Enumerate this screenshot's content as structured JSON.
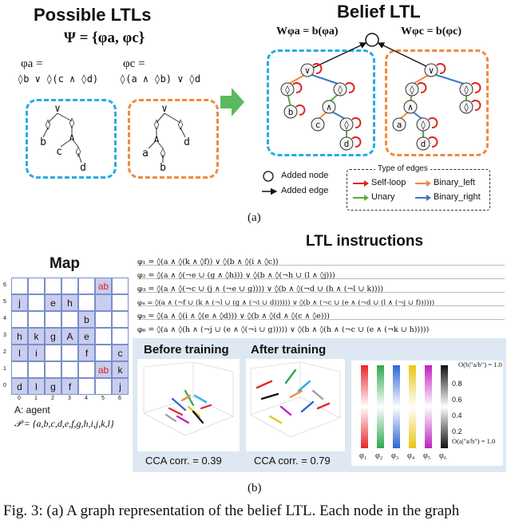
{
  "panel_a": {
    "possible_title": "Possible LTLs",
    "psi_def": "Ψ = {φa, φc}",
    "phi_a_label": "φa =",
    "phi_a_formula": "◊b ∨ ◊(c ∧ ◊d)",
    "phi_c_label": "φc =",
    "phi_c_formula": "◊(a ∧ ◊b) ∨ ◊d",
    "tree_a_nodes": [
      "∨",
      "◊",
      "◊",
      "b",
      "∧",
      "c",
      "◊",
      "d"
    ],
    "tree_c_nodes": [
      "∨",
      "◊",
      "◊",
      "∧",
      "d",
      "a",
      "◊",
      "b"
    ],
    "belief_title": "Belief LTL",
    "weight_a": "Wφa = b(φa)",
    "weight_c": "Wφc = b(φc)",
    "belief_a_nodes": [
      "◊",
      "∨",
      "◊",
      "b",
      "∧",
      "c",
      "◊",
      "d"
    ],
    "belief_c_nodes": [
      "◊",
      "∨",
      "◊",
      "∧",
      "◊",
      "a",
      "◊",
      "d"
    ],
    "legend_added_node": "Added node",
    "legend_added_edge": "Added edge",
    "legend_type_title": "Type of edges",
    "edge_types": [
      {
        "label": "Self-loop",
        "color": "#e02020"
      },
      {
        "label": "Binary_left",
        "color": "#f08a3c"
      },
      {
        "label": "Unary",
        "color": "#5aac3a"
      },
      {
        "label": "Binary_right",
        "color": "#3a78c8"
      }
    ],
    "caption": "(a)"
  },
  "panel_b": {
    "map_title": "Map",
    "map_rows": [
      [
        "",
        "",
        "",
        "",
        "",
        "ab",
        ""
      ],
      [
        "j",
        "",
        "e",
        "h",
        "",
        "",
        ""
      ],
      [
        "",
        "",
        "",
        "",
        "b",
        "",
        ""
      ],
      [
        "h",
        "k",
        "g",
        "A",
        "e",
        "",
        ""
      ],
      [
        "l",
        "i",
        "",
        "",
        "f",
        "",
        "c"
      ],
      [
        "",
        "",
        "",
        "",
        "",
        "ab",
        "k"
      ],
      [
        "d",
        "l",
        "g",
        "f",
        "",
        "",
        "j"
      ]
    ],
    "map_filled": [
      [
        0,
        0,
        0,
        0,
        0,
        1,
        0
      ],
      [
        1,
        0,
        1,
        1,
        0,
        1,
        0
      ],
      [
        0,
        0,
        0,
        0,
        1,
        0,
        0
      ],
      [
        1,
        1,
        1,
        1,
        1,
        0,
        0
      ],
      [
        1,
        1,
        0,
        0,
        1,
        0,
        1
      ],
      [
        0,
        0,
        0,
        0,
        0,
        1,
        1
      ],
      [
        1,
        1,
        1,
        1,
        0,
        0,
        1
      ]
    ],
    "map_red": [
      [
        0,
        5
      ],
      [
        5,
        5
      ]
    ],
    "row_labels": [
      "6",
      "5",
      "4",
      "3",
      "2",
      "1",
      "0"
    ],
    "col_labels": [
      "0",
      "1",
      "2",
      "3",
      "4",
      "5",
      "6"
    ],
    "agent_legend": "A:  agent",
    "prop_set": "𝒫 = {a,b,c,d,e,f,g,h,i,j,k,l}",
    "instructions_title": "LTL instructions",
    "instructions": [
      "φ₁ = ◊(a ∧ ◊(k ∧ ◊f)) ∨ ◊(b ∧ ◊(i ∧ ◊c))",
      "φ₂ = ◊(a ∧ ◊(¬e ∪ (g ∧ ◊h))) ∨ ◊(b ∧ ◊(¬h ∪ (l ∧ ◊j)))",
      "φ₃ = ◊(a ∧ ◊(¬c ∪ (j ∧ (¬e ∪ g)))) ∨ ◊(b ∧ ◊(¬d ∪ (h ∧ (¬l ∪ k))))",
      "φ₄ = ◊(a ∧ (¬f ∪ (k ∧ (¬l ∪ (g ∧ (¬i ∪ d)))))) ∨ ◊(b ∧ (¬c ∪ (e ∧ (¬d ∪ (l ∧ (¬j ∪ f))))))",
      "φ₅ = ◊(a ∧ ◊(i ∧ ◊(e ∧ ◊d))) ∨ ◊(b ∧ ◊(d ∧ ◊(c ∧ ◊e)))",
      "φ₆ = ◊(a ∧ ◊(h ∧ (¬j ∪ (e ∧ ◊(¬i ∪ g))))) ∨ ◊(b ∧ ◊(h ∧ (¬c ∪ (e ∧ (¬k ∪ h)))))"
    ],
    "before_title": "Before training",
    "after_title": "After training",
    "before_corr": "CCA corr. = 0.39",
    "after_corr": "CCA corr. = 0.79",
    "colorbar_top": "O(b|\"a/b\") = 1.0",
    "colorbar_bottom": "O(a|\"a/b\") = 1.0",
    "colorbar_ticks": [
      "0.8",
      "0.6",
      "0.4",
      "0.2"
    ],
    "colorbar_labels": [
      "φ₁",
      "φ₂",
      "φ₃",
      "φ₄",
      "φ₅",
      "φ₆"
    ],
    "colorbar_colors": [
      "#e8262b",
      "#2fa84f",
      "#2e64d6",
      "#e9c617",
      "#9e9e9e",
      "#8a8a8a"
    ],
    "caption": "(b)"
  },
  "figure_caption": "Fig. 3: (a) A graph representation of the belief LTL. Each node in the graph"
}
